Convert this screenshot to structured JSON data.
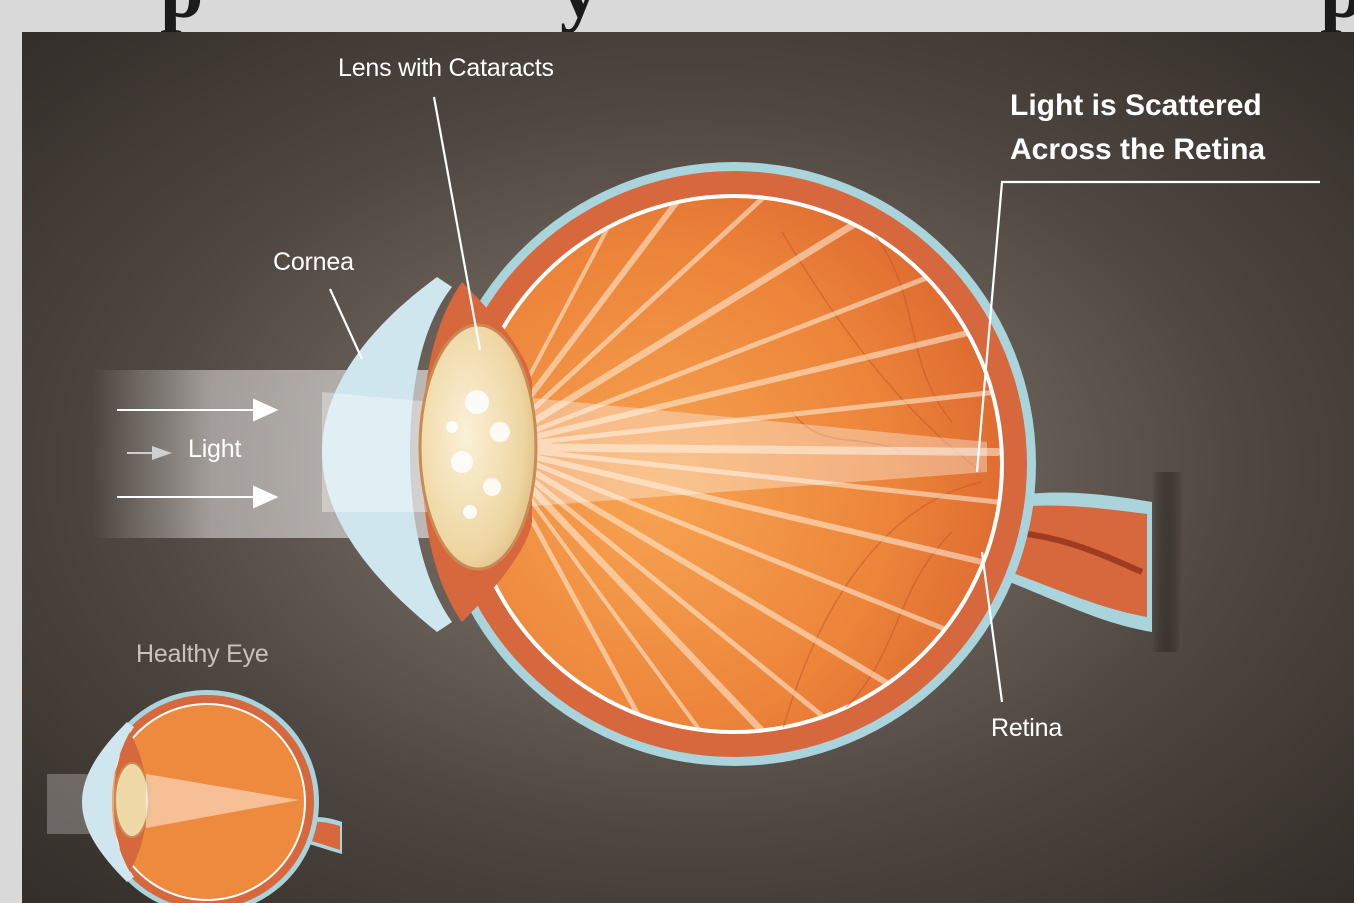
{
  "labels": {
    "lens": "Lens with Cataracts",
    "scatter_line1": "Light is Scattered",
    "scatter_line2": "Across the Retina",
    "cornea": "Cornea",
    "light": "Light",
    "healthy": "Healthy Eye",
    "retina": "Retina"
  },
  "colors": {
    "background": "#524a44",
    "eye_interior": "#ee8a3e",
    "sclera": "#d7673c",
    "outer_membrane": "#a9d4dc",
    "lens": "#efd9a6",
    "cornea": "#cfe6ee",
    "label_text": "#ffffff"
  }
}
